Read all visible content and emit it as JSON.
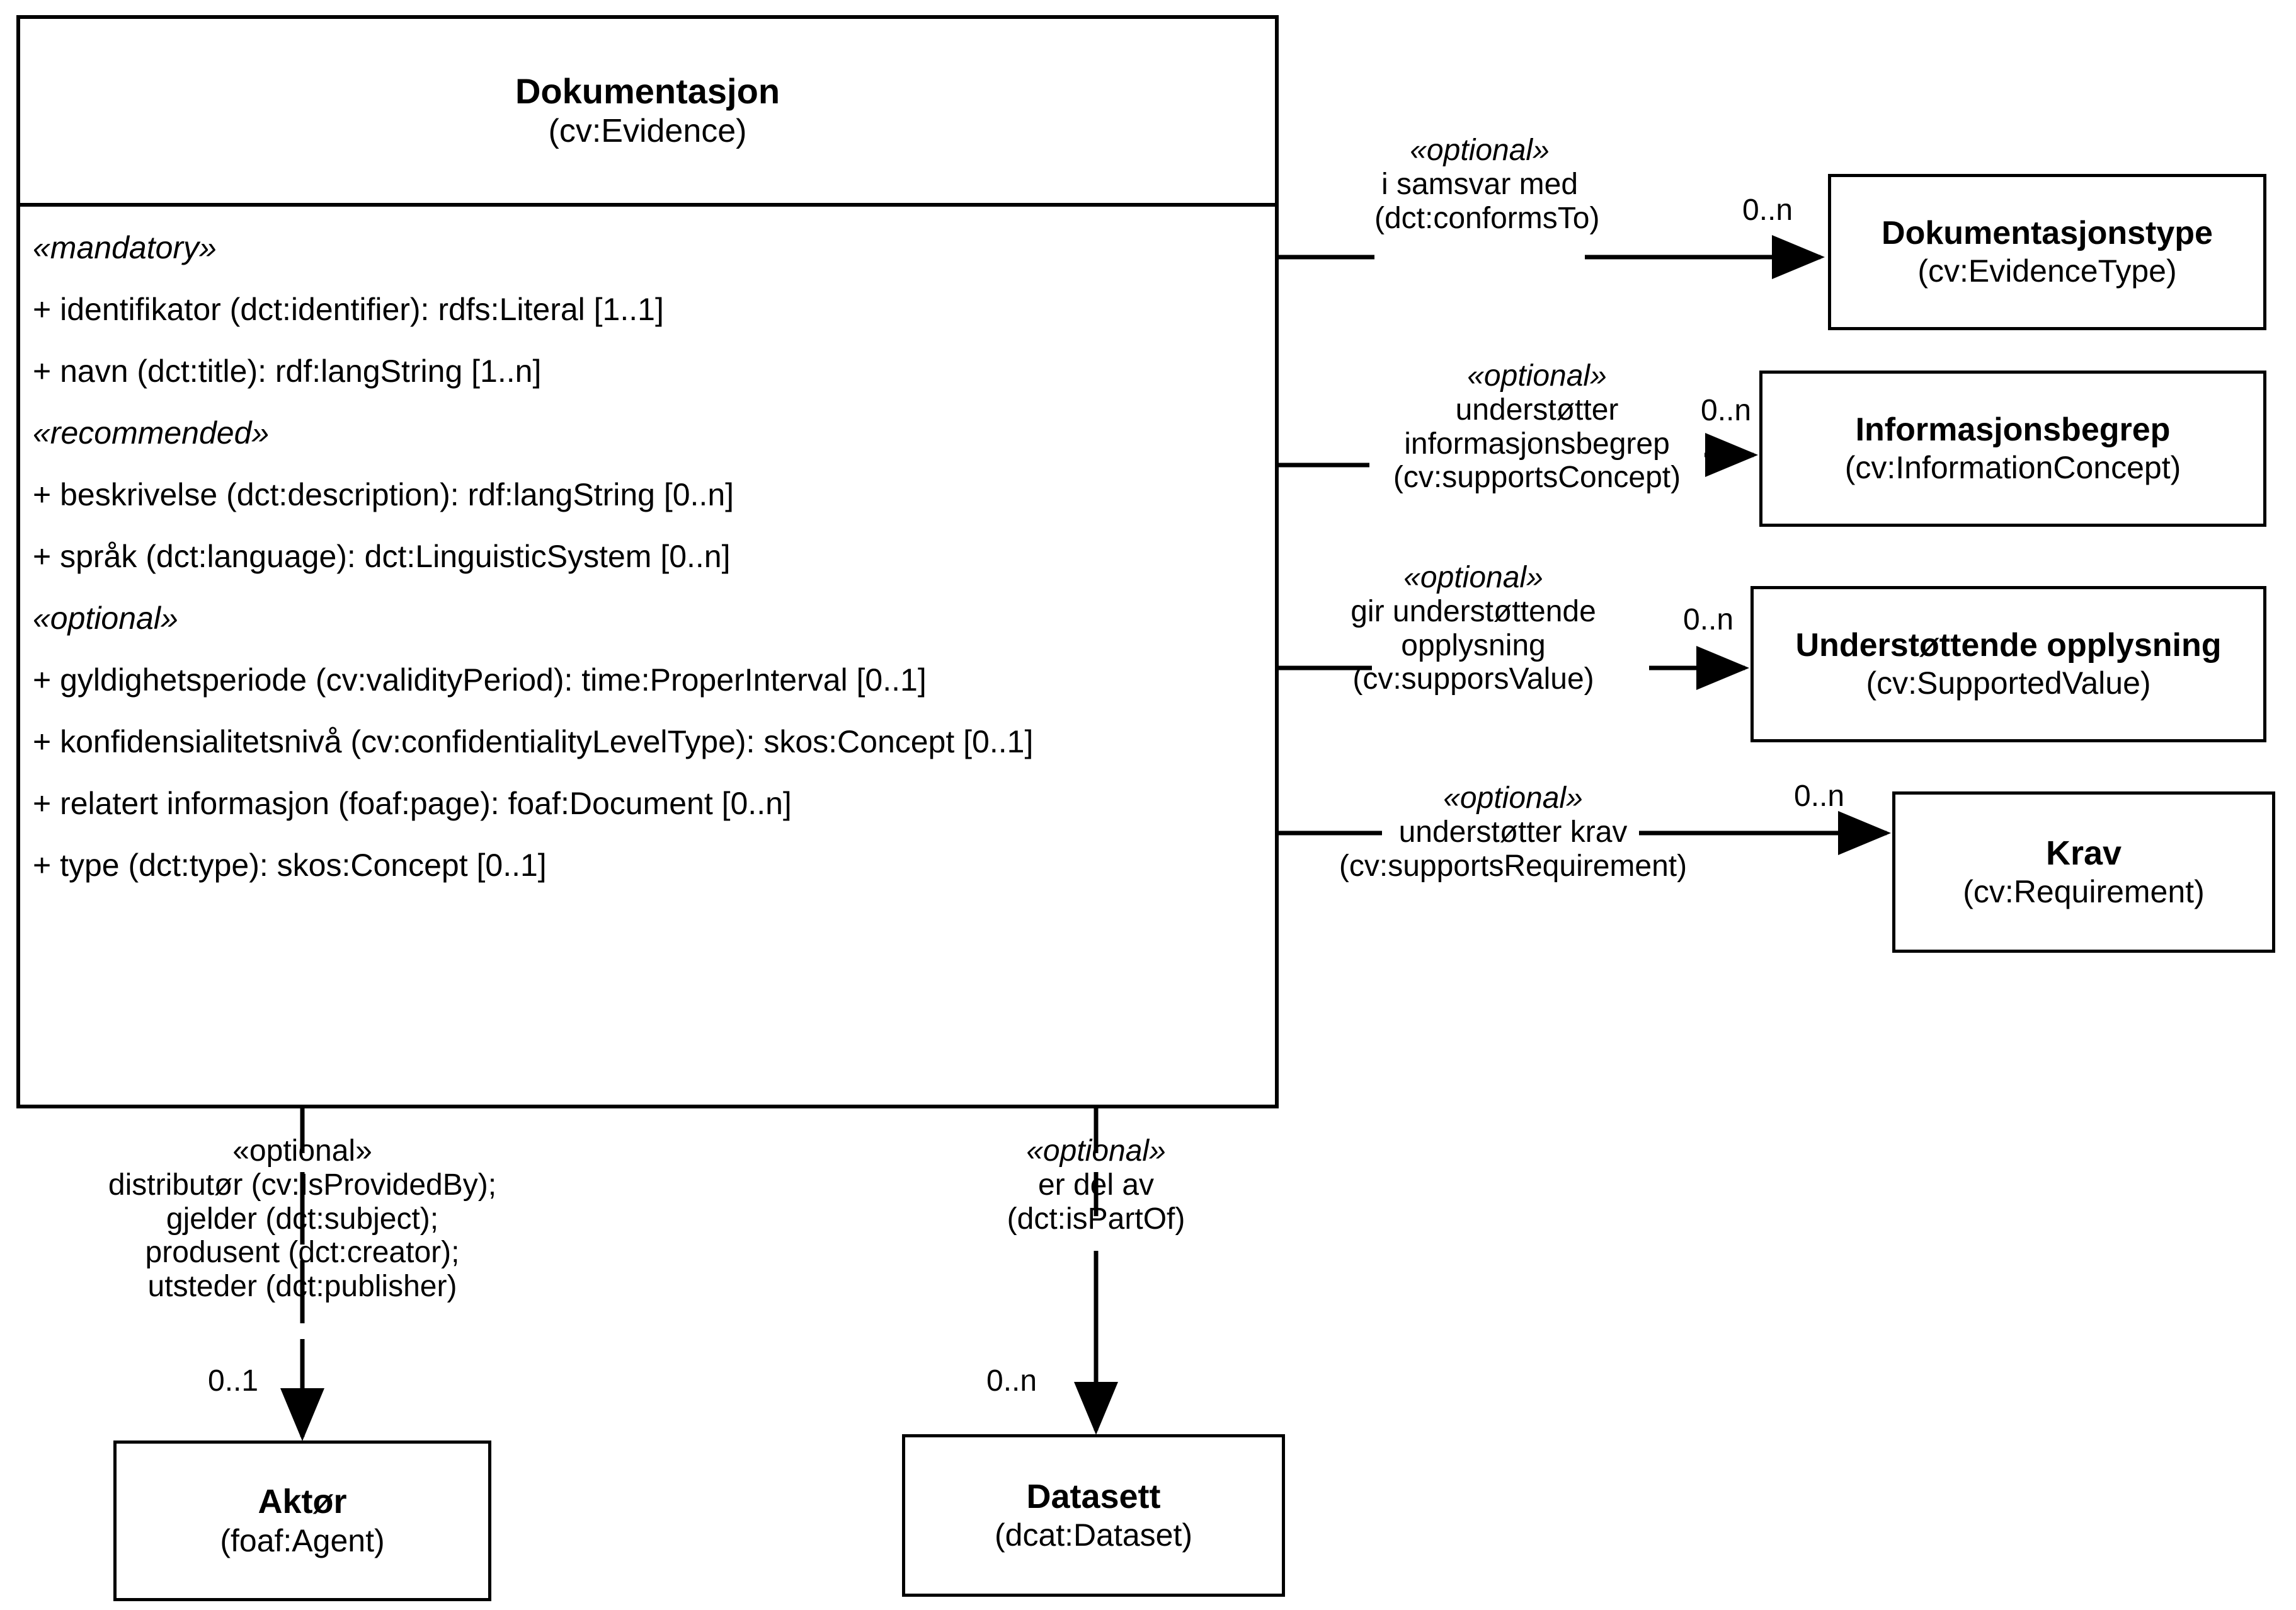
{
  "diagram": {
    "title": "Dokumentasjon UML class diagram",
    "stroke_color": "#000000",
    "background_color": "#ffffff"
  },
  "main_class": {
    "name": "Dokumentasjon",
    "uri": "(cv:Evidence)",
    "sections": [
      {
        "stereotype": "«mandatory»",
        "attributes": [
          "+ identifikator (dct:identifier): rdfs:Literal [1..1]",
          "+ navn (dct:title): rdf:langString [1..n]"
        ]
      },
      {
        "stereotype": "«recommended»",
        "attributes": [
          "+ beskrivelse (dct:description): rdf:langString [0..n]",
          "+ språk (dct:language): dct:LinguisticSystem [0..n]"
        ]
      },
      {
        "stereotype": "«optional»",
        "attributes": [
          "+ gyldighetsperiode (cv:validityPeriod): time:ProperInterval [0..1]",
          "+ konfidensialitetsnivå (cv:confidentialityLevelType): skos:Concept [0..1]",
          "+ relatert informasjon (foaf:page): foaf:Document [0..n]",
          "+ type (dct:type): skos:Concept [0..1]"
        ]
      }
    ]
  },
  "related_classes": {
    "dokumentasjonstype": {
      "name": "Dokumentasjonstype",
      "uri": "(cv:EvidenceType)"
    },
    "informasjonsbegrep": {
      "name": "Informasjonsbegrep",
      "uri": "(cv:InformationConcept)"
    },
    "understottende_opplysning": {
      "name": "Understøttende opplysning",
      "uri": "(cv:SupportedValue)"
    },
    "krav": {
      "name": "Krav",
      "uri": "(cv:Requirement)"
    },
    "aktor": {
      "name": "Aktør",
      "uri": "(foaf:Agent)"
    },
    "datasett": {
      "name": "Datasett",
      "uri": "(dcat:Dataset)"
    }
  },
  "associations": {
    "conforms_to": {
      "stereotype": "«optional»",
      "label": "i samsvar med",
      "property": "(dct:conformsTo)",
      "multiplicity": "0..n"
    },
    "supports_concept": {
      "stereotype": "«optional»",
      "label_line1": "understøtter",
      "label_line2": "informasjonsbegrep",
      "property": "(cv:supportsConcept)",
      "multiplicity": "0..n"
    },
    "supports_value": {
      "stereotype": "«optional»",
      "label_line1": "gir understøttende",
      "label_line2": "opplysning",
      "property": "(cv:supporsValue)",
      "multiplicity": "0..n"
    },
    "supports_requirement": {
      "stereotype": "«optional»",
      "label": "understøtter krav",
      "property": "(cv:supportsRequirement)",
      "multiplicity": "0..n"
    },
    "agent_roles": {
      "stereotype": "«optional»",
      "roles": [
        "distributør (cv:IsProvidedBy);",
        "gjelder (dct:subject);",
        "produsent (dct:creator);",
        "utsteder (dct:publisher)"
      ],
      "multiplicity": "0..1"
    },
    "is_part_of": {
      "stereotype": "«optional»",
      "label": "er del av",
      "property": "(dct:isPartOf)",
      "multiplicity": "0..n"
    }
  }
}
